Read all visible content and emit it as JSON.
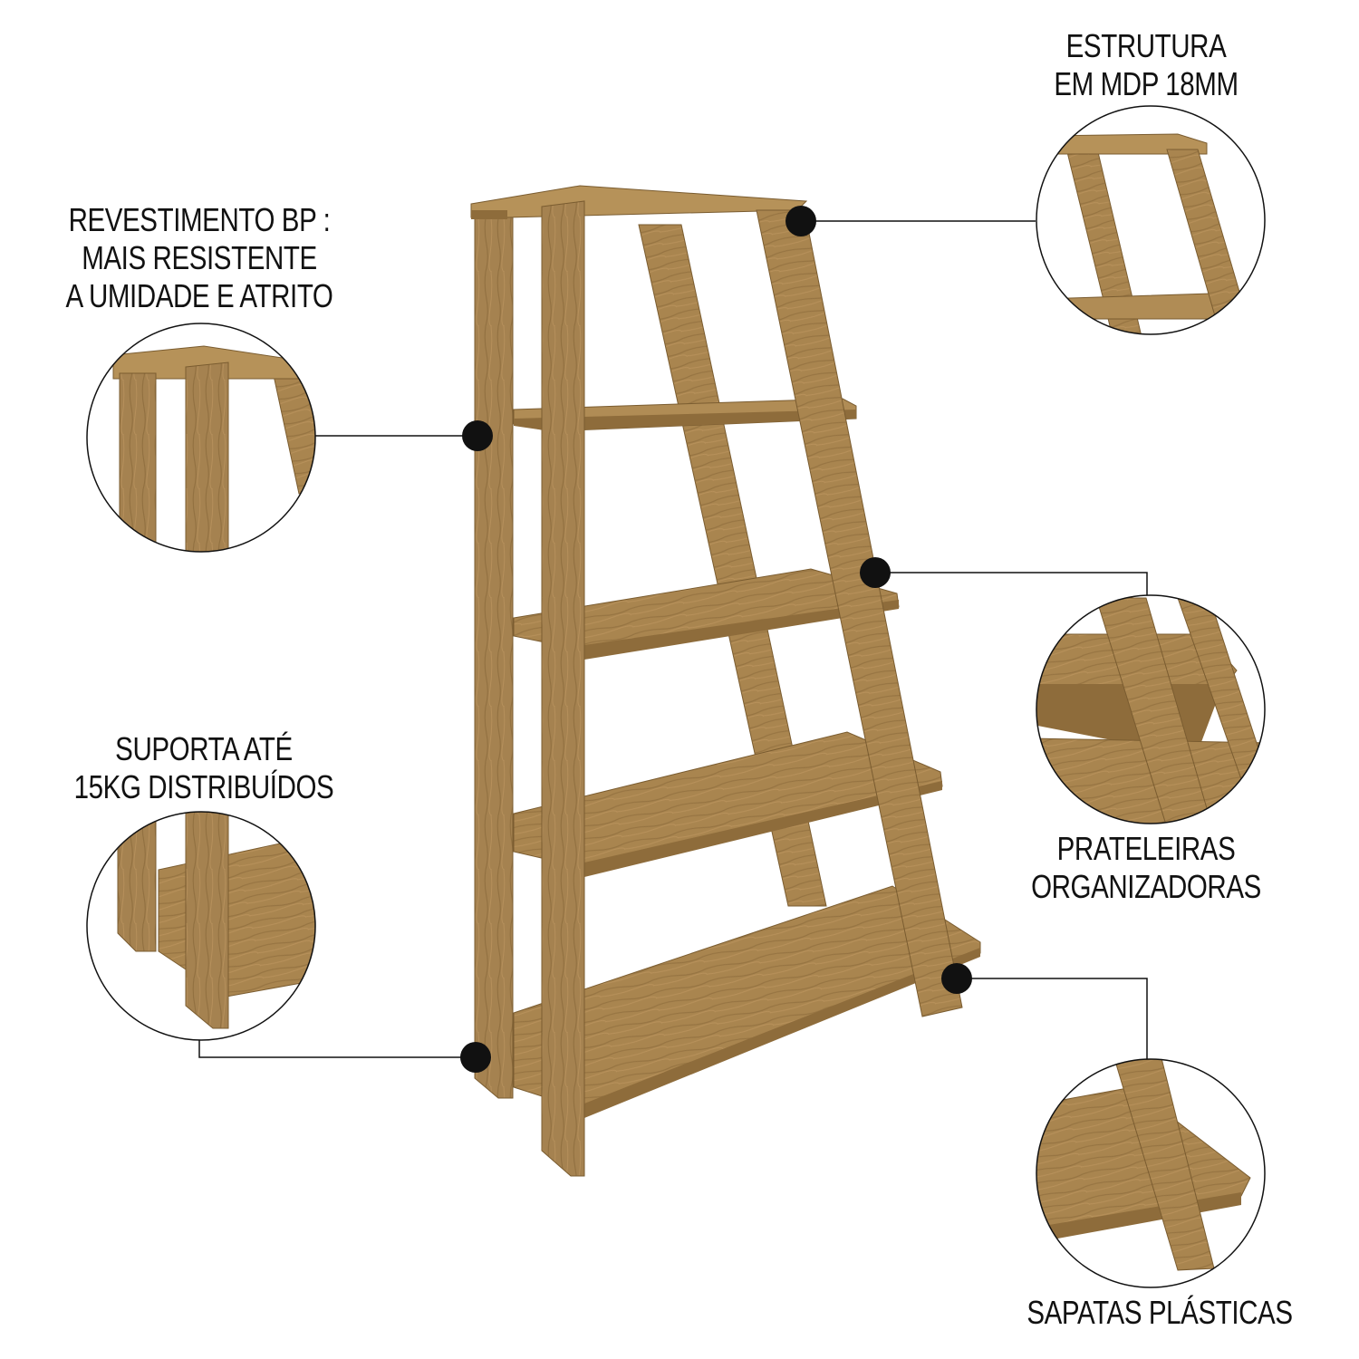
{
  "colors": {
    "wood_light": "#b08c55",
    "wood_mid": "#9c7a45",
    "wood_dark": "#7a5c30",
    "line": "#111111"
  },
  "callouts": {
    "revestimento": {
      "lines": [
        "REVESTIMENTO BP :",
        "MAIS RESISTENTE",
        "A UMIDADE E ATRITO"
      ]
    },
    "suporta": {
      "lines": [
        "SUPORTA ATÉ",
        "15KG DISTRIBUÍDOS"
      ]
    },
    "estrutura": {
      "lines": [
        "ESTRUTURA",
        "EM MDP 18MM"
      ]
    },
    "prateleiras": {
      "lines": [
        "PRATELEIRAS",
        "ORGANIZADORAS"
      ]
    },
    "sapatas": {
      "lines": [
        "SAPATAS PLÁSTICAS"
      ]
    }
  },
  "icons": {
    "marker": "black-dot-marker",
    "detail": "zoom-detail-circle"
  }
}
